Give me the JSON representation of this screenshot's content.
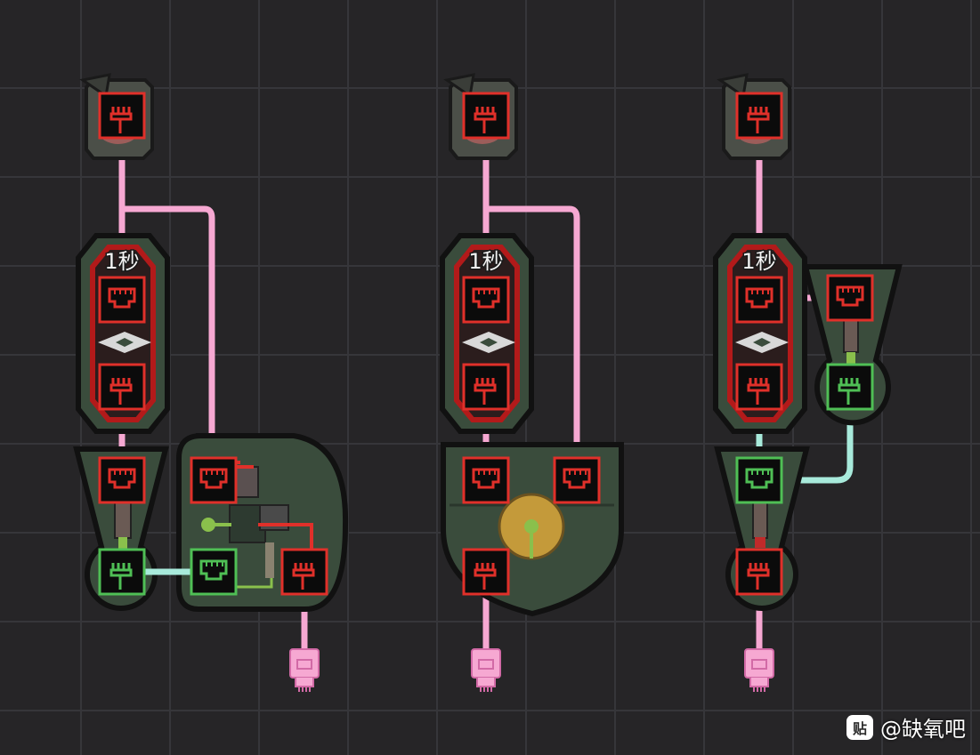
{
  "circuits": [
    {
      "id": "left",
      "timer_label": "1秒",
      "output_connector": "network-plug-icon"
    },
    {
      "id": "middle",
      "timer_label": "1秒",
      "output_connector": "network-plug-icon"
    },
    {
      "id": "right",
      "timer_label": "1秒",
      "output_connector": "network-plug-icon"
    }
  ],
  "colors": {
    "signal_red": "#e0302a",
    "signal_green": "#4fbf55",
    "wire_pink": "#f6a8d2",
    "wire_cyan": "#a8eadb",
    "gate_body": "#3a4c3c",
    "background": "#262527"
  },
  "watermark": {
    "logo": "贴",
    "text": "@缺氧吧"
  }
}
